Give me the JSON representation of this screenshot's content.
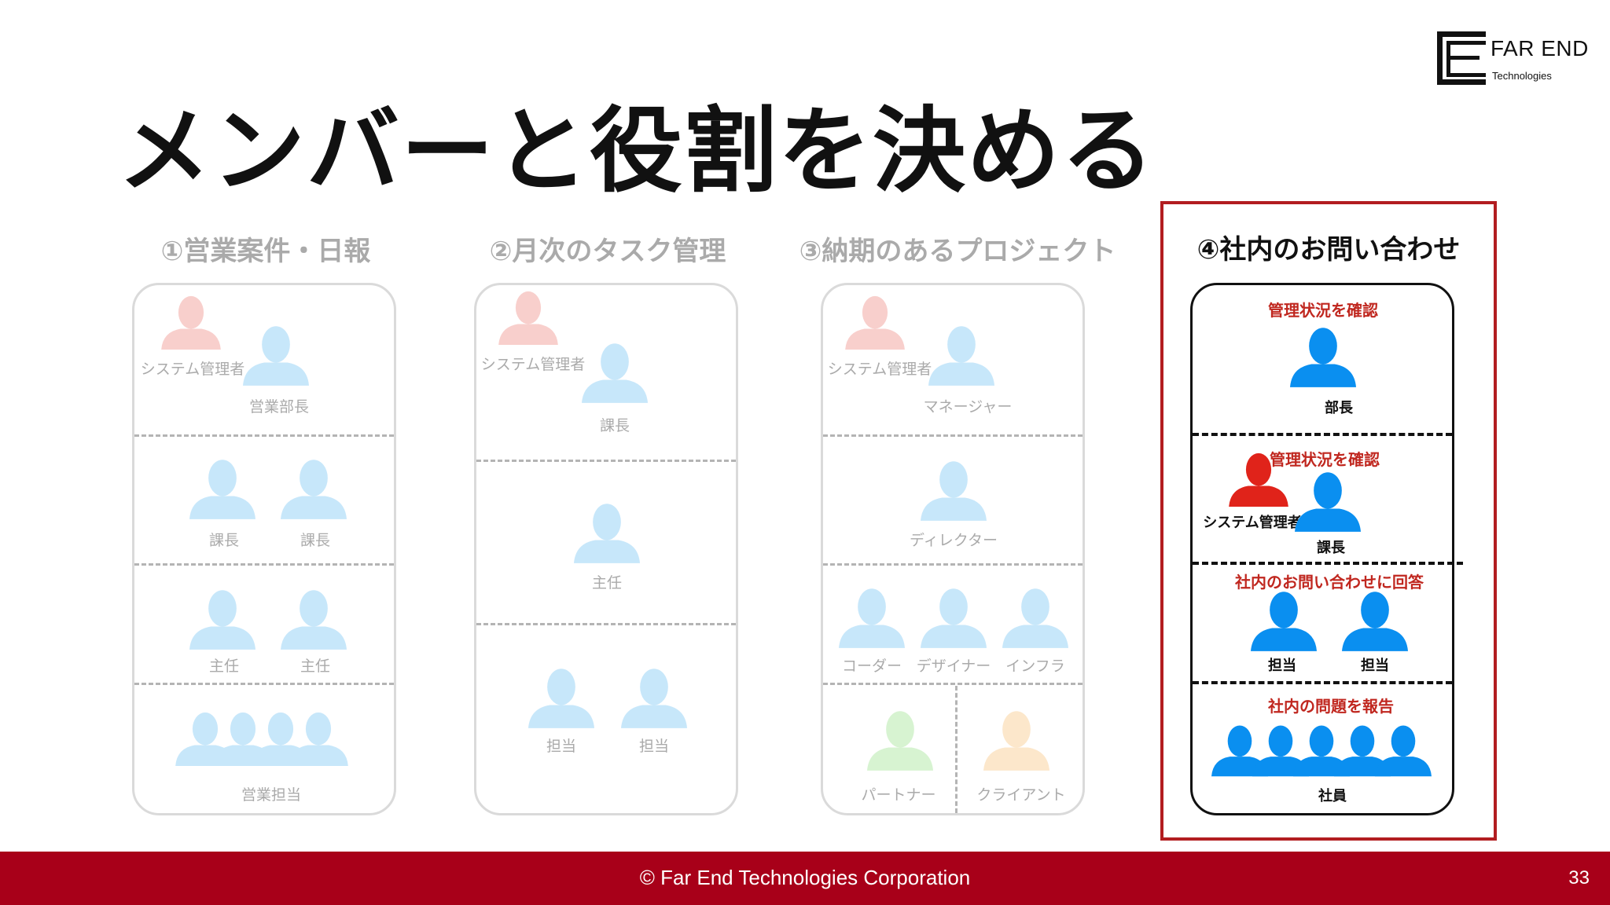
{
  "logo": {
    "main": "FAR END",
    "sub": "Technologies"
  },
  "slide": {
    "title": "メンバーと役割を決める",
    "page_number": "33"
  },
  "footer": {
    "copyright": "© Far End Technologies Corporation"
  },
  "columns": [
    {
      "heading": "①営業案件・日報",
      "roles": [
        "システム管理者",
        "営業部長",
        "課長",
        "課長",
        "主任",
        "主任",
        "営業担当"
      ]
    },
    {
      "heading": "②月次のタスク管理",
      "roles": [
        "システム管理者",
        "課長",
        "主任",
        "担当",
        "担当"
      ]
    },
    {
      "heading": "③納期のあるプロジェクト",
      "roles": [
        "システム管理者",
        "マネージャー",
        "ディレクター",
        "コーダー",
        "デザイナー",
        "インフラ",
        "パートナー",
        "クライアント"
      ]
    },
    {
      "heading": "④社内のお問い合わせ",
      "roles": [
        "部長",
        "システム管理者",
        "課長",
        "担当",
        "担当",
        "社員"
      ],
      "notes": [
        "管理状況を確認",
        "管理状況を確認",
        "社内のお問い合わせに回答",
        "社内の問題を報告"
      ]
    }
  ],
  "colors": {
    "admin": "#f4a9a3",
    "member": "#9bd4f7",
    "partner": "#b7ebad",
    "client": "#fbd4a1",
    "active_admin": "#e0231a",
    "active_member": "#0a8ff0",
    "accent_red": "#c0271f",
    "footer": "#a80019"
  }
}
